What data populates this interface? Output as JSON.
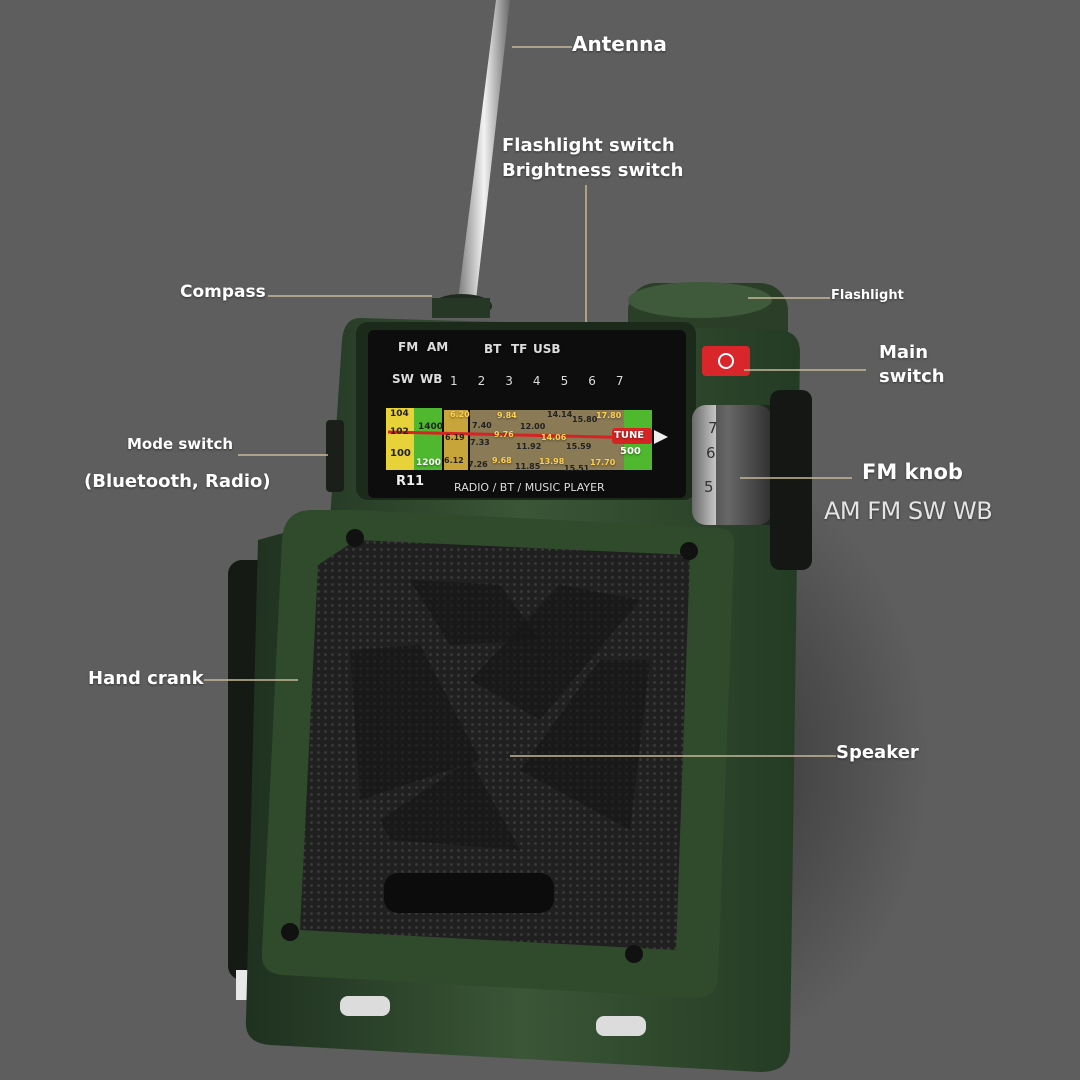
{
  "callouts": {
    "antenna": "Antenna",
    "flashlight_switch": "Flashlight switch",
    "brightness_switch": "Brightness switch",
    "compass": "Compass",
    "flashlight": "Flashlight",
    "main_switch_1": "Main",
    "main_switch_2": "switch",
    "mode_switch": "Mode switch",
    "mode_options": "(Bluetooth, Radio)",
    "fm_knob": "FM knob",
    "fm_knob_bands": "AM FM SW WB",
    "hand_crank": "Hand crank",
    "speaker": "Speaker"
  },
  "panel": {
    "band_row": [
      "FM",
      "AM",
      "BT",
      "TF",
      "USB"
    ],
    "band_row2": [
      "SW",
      "WB"
    ],
    "presets": [
      "1",
      "2",
      "3",
      "4",
      "5",
      "6",
      "7"
    ],
    "tune": "TUNE",
    "scale_left": [
      "104",
      "102",
      "100"
    ],
    "scale_left2": [
      "1400",
      "1200"
    ],
    "scale_mid": [
      "6.20",
      "7.40",
      "7.33",
      "7.26",
      "9.84",
      "9.76",
      "9.68",
      "12.00",
      "11.92",
      "11.85",
      "14.14",
      "14.06",
      "13.98",
      "15.80",
      "15.59",
      "15.51",
      "17.80",
      "17.70"
    ],
    "scale_left_mid": [
      "6.19",
      "6.12"
    ],
    "scale_right": "500",
    "model": "R11",
    "product_line": "RADIO / BT / MUSIC  PLAYER"
  },
  "knob_digits": [
    "7",
    "6",
    "5"
  ],
  "colors": {
    "background": "#5e5e5e",
    "body_green": "#2f4a2c",
    "power_red": "#d9262b",
    "leader_line": "#c8b79a"
  }
}
